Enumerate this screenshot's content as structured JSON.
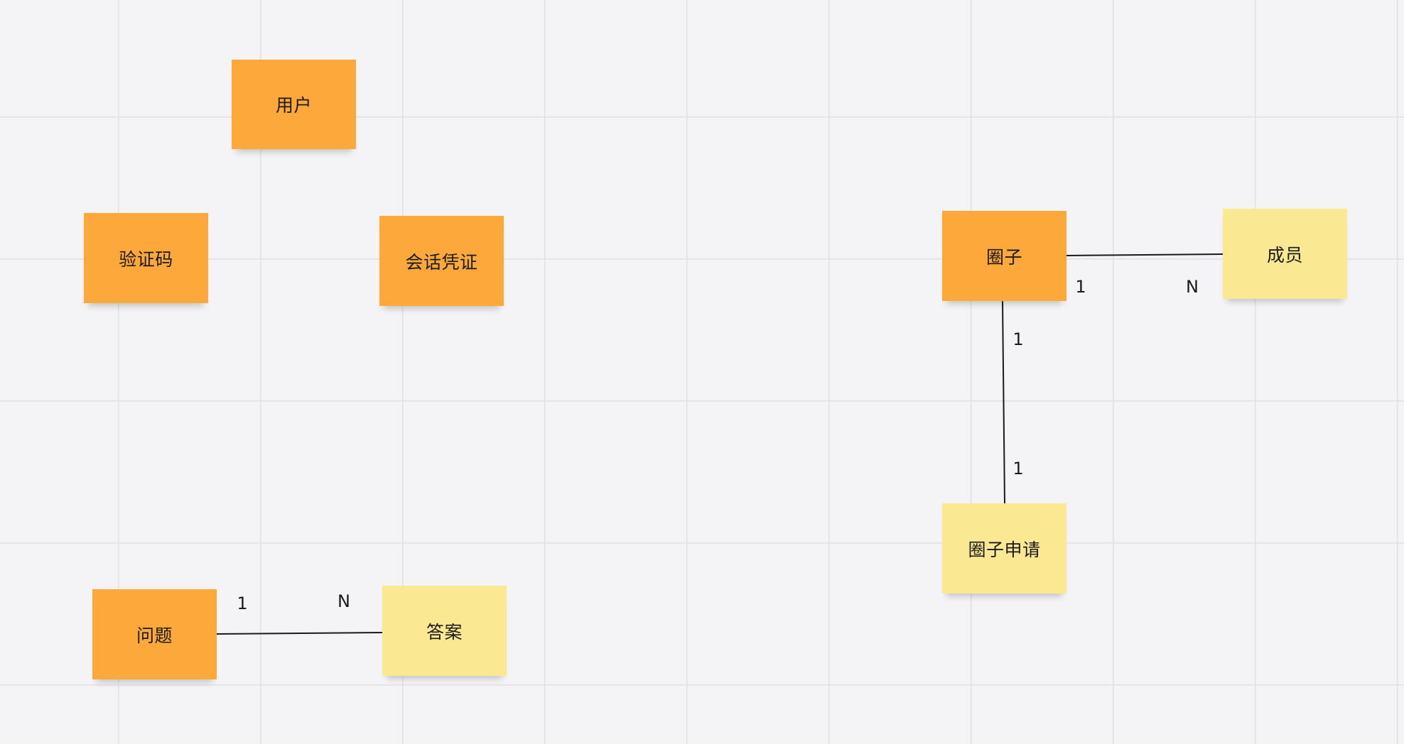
{
  "board": {
    "background": "#f4f4f6",
    "grid_color": "#e1e1e5"
  },
  "notes": {
    "user": {
      "label": "用户",
      "color": "#fda83a"
    },
    "verification_code": {
      "label": "验证码",
      "color": "#fda83a"
    },
    "session_credential": {
      "label": "会话凭证",
      "color": "#fda83a"
    },
    "circle": {
      "label": "圈子",
      "color": "#fda83a"
    },
    "member": {
      "label": "成员",
      "color": "#fae892"
    },
    "circle_application": {
      "label": "圈子申请",
      "color": "#fae892"
    },
    "question": {
      "label": "问题",
      "color": "#fda83a"
    },
    "answer": {
      "label": "答案",
      "color": "#fae892"
    }
  },
  "connectors": {
    "circle_member": {
      "circle_end": "1",
      "member_end": "N",
      "color": "#1a1a1a"
    },
    "circle_application": {
      "circle_end": "1",
      "application_end": "1",
      "color": "#1a1a1a"
    },
    "question_answer": {
      "question_end": "1",
      "answer_end": "N",
      "color": "#1a1a1a"
    }
  }
}
